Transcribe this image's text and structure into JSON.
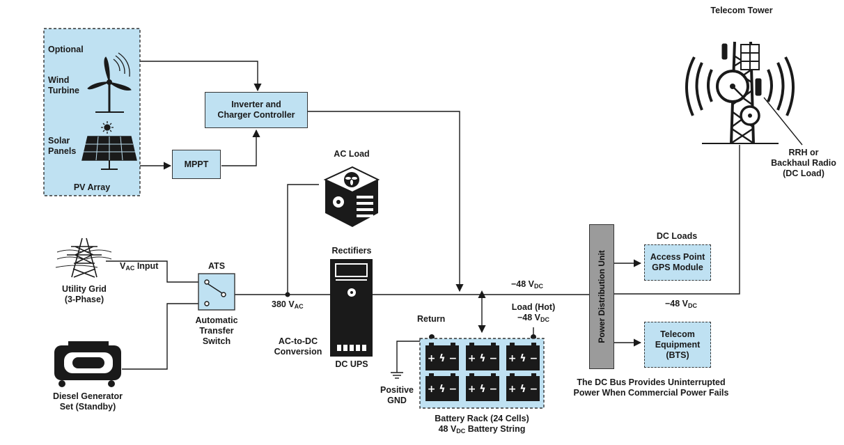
{
  "pv_group": {
    "optional": "Optional",
    "wind_turbine": [
      "Wind",
      "Turbine"
    ],
    "solar_panels": [
      "Solar",
      "Panels"
    ],
    "pv_array": "PV Array"
  },
  "inverter_controller": [
    "Inverter and",
    "Charger Controller"
  ],
  "mppt": "MPPT",
  "ac_load": "AC Load",
  "utility_grid": [
    "Utility Grid",
    "(3-Phase)"
  ],
  "vac_input": {
    "v": "V",
    "sub": "AC",
    "text": " Input"
  },
  "ats": {
    "label": "ATS",
    "caption": [
      "Automatic",
      "Transfer",
      "Switch"
    ]
  },
  "diesel_generator": [
    "Diesel Generator",
    "Set (Standby)"
  ],
  "v380": {
    "value": "380 V",
    "sub": "AC"
  },
  "rectifiers": "Rectifiers",
  "ac_dc_conversion": [
    "AC-to-DC",
    "Conversion"
  ],
  "dc_ups": "DC UPS",
  "bus_voltage": {
    "value": "−48 V",
    "sub": "DC"
  },
  "return": "Return",
  "load_hot": {
    "line1": "Load (Hot)",
    "line2": "−48 V",
    "sub": "DC"
  },
  "positive_gnd": [
    "Positive",
    "GND"
  ],
  "battery_rack": {
    "line1": "Battery Rack (24 Cells)",
    "line2_pre": "48 V",
    "sub": "DC",
    "line2_post": " Battery String"
  },
  "pdu": "Power Distribution Unit",
  "dc_loads": {
    "title": "DC Loads",
    "box": [
      "Access Point",
      "GPS Module"
    ]
  },
  "telecom_equipment": [
    "Telecom",
    "Equipment",
    "(BTS)"
  ],
  "dc_bus_note": [
    "The DC Bus Provides Uninterrupted",
    "Power When Commercial Power Fails"
  ],
  "telecom_tower": "Telecom Tower",
  "rrh": [
    "RRH or",
    "Backhaul Radio",
    "(DC Load)"
  ],
  "battery_cell_glyph": "+ ϟ −",
  "colors": {
    "box_fill": "#bfe1f2",
    "pdu_fill": "#9b9b9b",
    "line": "#1a1a1a"
  }
}
